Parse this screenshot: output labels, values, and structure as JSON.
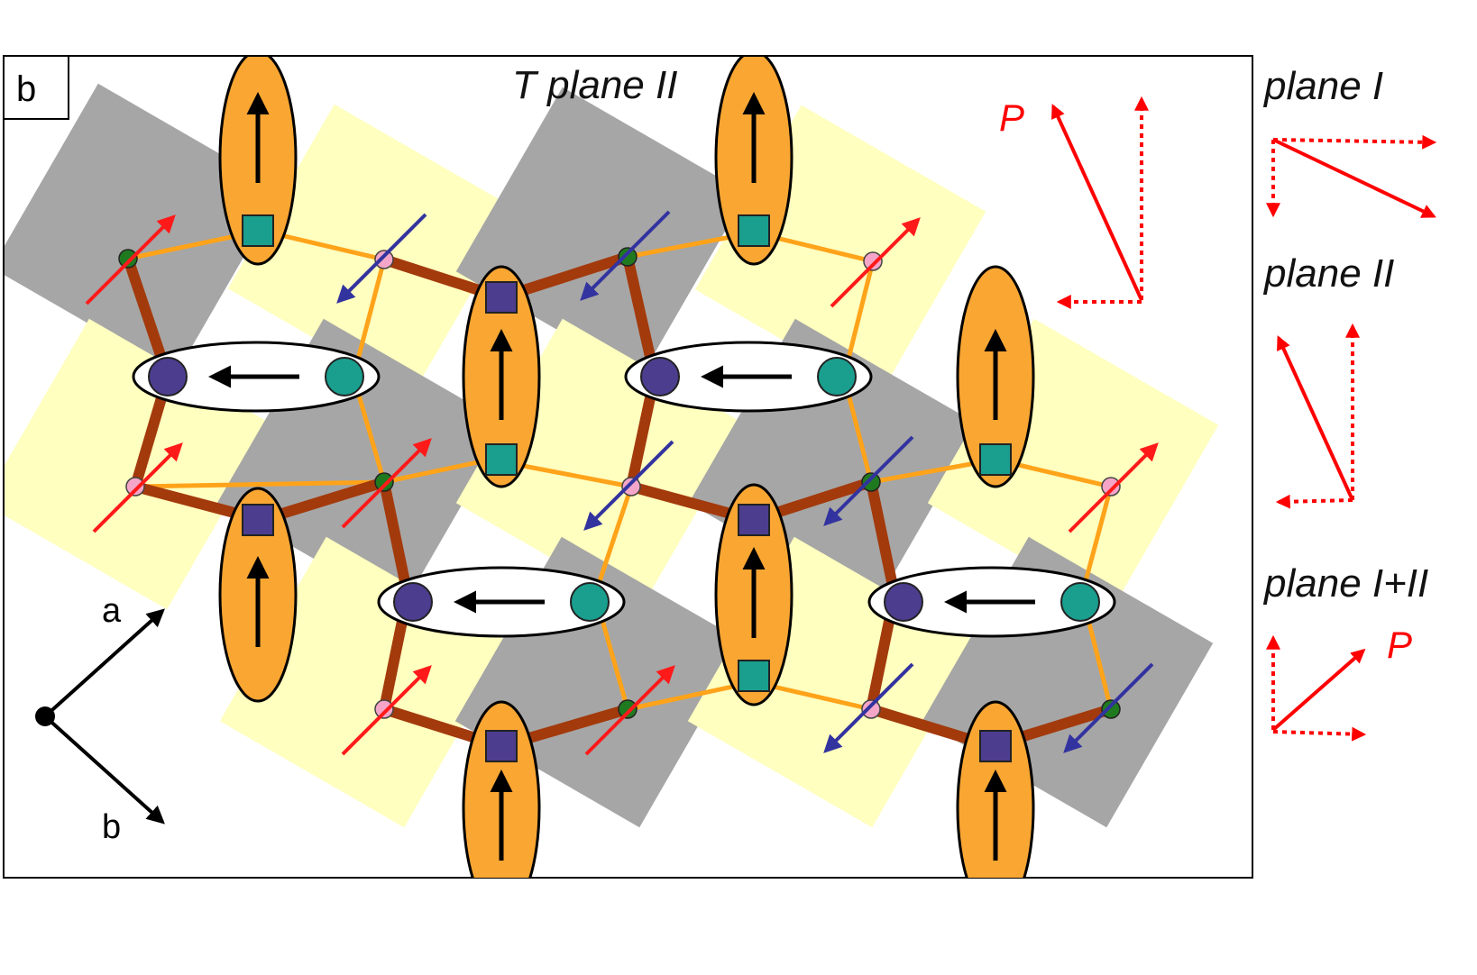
{
  "panel_label": "b",
  "title": "T plane II",
  "axes": {
    "a_label": "a",
    "b_label": "b"
  },
  "polarization_label": "P",
  "legend": [
    {
      "title": "plane I",
      "solid": "down-right",
      "dotted": [
        "right",
        "down"
      ]
    },
    {
      "title": "plane II",
      "solid": "up-left",
      "dotted": [
        "up",
        "left"
      ]
    },
    {
      "title": "plane I+II",
      "solid": "up-right",
      "dotted": [
        "up",
        "right"
      ],
      "label": "P"
    }
  ],
  "colors": {
    "gray_plaquette": "#a6a6a6",
    "yellow_plaquette": "#ffffbf",
    "orange_ellipse": "#f9a633",
    "thick_bond": "#a33a0c",
    "thin_bond": "#ffa31a",
    "up_spin": "#ff1a1a",
    "down_spin": "#3333a0",
    "polarization": "#ff0000",
    "teal_site": "#1a9e8e",
    "purple_site": "#4d3d8f",
    "green_site": "#1f7a1f",
    "pink_site": "#f5a6c8"
  }
}
